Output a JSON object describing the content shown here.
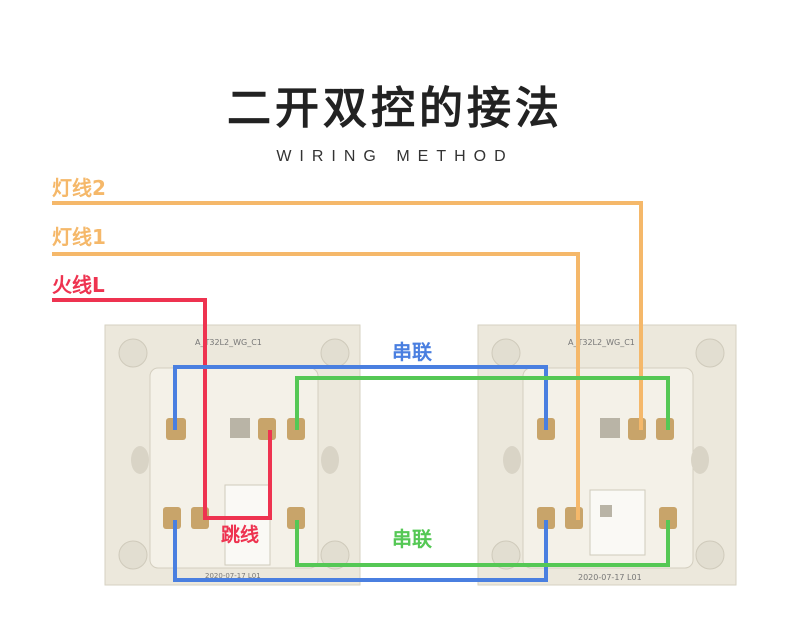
{
  "title": "二开双控的接法",
  "subtitle": "WIRING METHOD",
  "labels": {
    "lamp2": "灯线2",
    "lamp1": "灯线1",
    "live": "火线L",
    "series_top": "串联",
    "series_bottom": "串联",
    "jumper": "跳线"
  },
  "switch_marks": {
    "left_model": "A_T32L2_WG_C1",
    "right_model": "A_T32L2_WG_C1",
    "left_date": "2020-07-17 L01",
    "right_date": "2020-07-17 L01"
  },
  "colors": {
    "lamp_wire": "#F5B86A",
    "live_wire": "#EE3350",
    "series_blue": "#4A7FE0",
    "series_green": "#55C855",
    "plate": "#E9E5D8",
    "terminal": "#C8A46A"
  }
}
